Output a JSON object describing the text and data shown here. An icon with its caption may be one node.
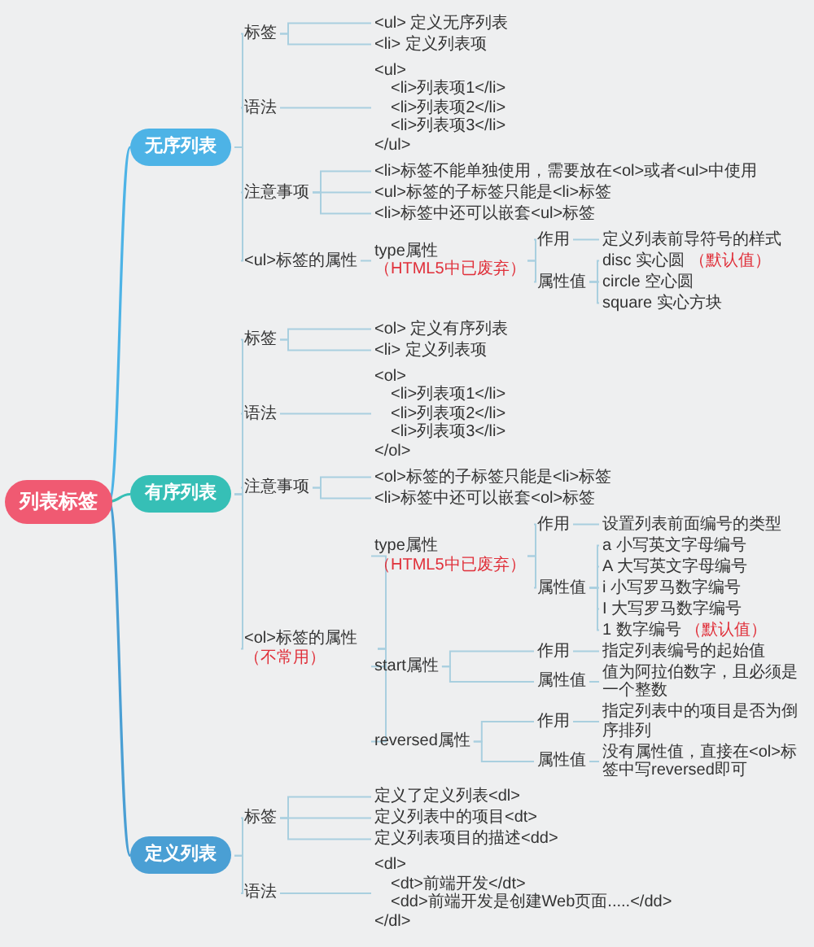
{
  "diagram": {
    "nodes": [
      {
        "text": [
          "列表标签"
        ]
      },
      {
        "text": [
          "无序列表"
        ]
      },
      {
        "text": [
          "标签"
        ]
      },
      {
        "text": [
          "<ul> 定义无序列表"
        ]
      },
      {
        "text": [
          "<li> 定义列表项"
        ]
      },
      {
        "text": [
          "语法"
        ]
      },
      {
        "text": [
          "<ul>",
          "<li>列表项1</li>",
          "<li>列表项2</li>",
          "<li>列表项3</li>",
          "</ul>"
        ]
      },
      {
        "text": [
          "注意事项"
        ]
      },
      {
        "text": [
          "<li>标签不能单独使用，需要放在<ol>或者<ul>中使用"
        ]
      },
      {
        "text": [
          "<ul>标签的子标签只能是<li>标签"
        ]
      },
      {
        "text": [
          "<li>标签中还可以嵌套<ul>标签"
        ]
      },
      {
        "text": [
          "<ul>标签的属性"
        ]
      },
      {
        "text": [
          "type属性",
          "（HTML5中已废弃）"
        ]
      },
      {
        "text": [
          "作用"
        ]
      },
      {
        "text": [
          "定义列表前导符号的样式"
        ]
      },
      {
        "text": [
          "属性值"
        ]
      },
      {
        "text": [
          "disc 实心圆",
          "（默认值）"
        ]
      },
      {
        "text": [
          "circle 空心圆"
        ]
      },
      {
        "text": [
          "square 实心方块"
        ]
      },
      {
        "text": [
          "有序列表"
        ]
      },
      {
        "text": [
          "标签"
        ]
      },
      {
        "text": [
          "<ol> 定义有序列表"
        ]
      },
      {
        "text": [
          "<li> 定义列表项"
        ]
      },
      {
        "text": [
          "语法"
        ]
      },
      {
        "text": [
          "<ol>",
          "<li>列表项1</li>",
          "<li>列表项2</li>",
          "<li>列表项3</li>",
          "</ol>"
        ]
      },
      {
        "text": [
          "注意事项"
        ]
      },
      {
        "text": [
          "<ol>标签的子标签只能是<li>标签"
        ]
      },
      {
        "text": [
          "<li>标签中还可以嵌套<ol>标签"
        ]
      },
      {
        "text": [
          "<ol>标签的属性",
          "（不常用）"
        ]
      },
      {
        "text": [
          "type属性",
          "（HTML5中已废弃）"
        ]
      },
      {
        "text": [
          "作用"
        ]
      },
      {
        "text": [
          "设置列表前面编号的类型"
        ]
      },
      {
        "text": [
          "属性值"
        ]
      },
      {
        "text": [
          "a 小写英文字母编号"
        ]
      },
      {
        "text": [
          "A 大写英文字母编号"
        ]
      },
      {
        "text": [
          "i 小写罗马数字编号"
        ]
      },
      {
        "text": [
          "I 大写罗马数字编号"
        ]
      },
      {
        "text": [
          "1 数字编号",
          "（默认值）"
        ]
      },
      {
        "text": [
          "start属性"
        ]
      },
      {
        "text": [
          "作用"
        ]
      },
      {
        "text": [
          "指定列表编号的起始值"
        ]
      },
      {
        "text": [
          "属性值"
        ]
      },
      {
        "text": [
          "值为阿拉伯数字，且必须是一个整数"
        ]
      },
      {
        "text": [
          "reversed属性"
        ]
      },
      {
        "text": [
          "作用"
        ]
      },
      {
        "text": [
          "指定列表中的项目是否为倒序排列"
        ]
      },
      {
        "text": [
          "属性值"
        ]
      },
      {
        "text": [
          "没有属性值，直接在<ol>标签中写reversed即可"
        ]
      },
      {
        "text": [
          "定义列表"
        ]
      },
      {
        "text": [
          "标签"
        ]
      },
      {
        "text": [
          "定义了定义列表<dl>"
        ]
      },
      {
        "text": [
          "定义列表中的项目<dt>"
        ]
      },
      {
        "text": [
          "定义列表项目的描述<dd>"
        ]
      },
      {
        "text": [
          "语法"
        ]
      },
      {
        "text": [
          "<dl>",
          "<dt>前端开发</dt>",
          "<dd>前端开发是创建Web页面.....</dd>",
          "</dl>"
        ]
      }
    ],
    "edges": [
      {
        "from": 0,
        "to": 1,
        "arrow": "none",
        "color": "#4db3e6"
      },
      {
        "from": 1,
        "to": 2,
        "arrow": "none"
      },
      {
        "from": 2,
        "to": 3,
        "arrow": "none"
      },
      {
        "from": 2,
        "to": 4,
        "arrow": "none"
      },
      {
        "from": 1,
        "to": 5,
        "arrow": "none"
      },
      {
        "from": 5,
        "to": 6,
        "arrow": "none"
      },
      {
        "from": 1,
        "to": 7,
        "arrow": "none"
      },
      {
        "from": 7,
        "to": 8,
        "arrow": "none"
      },
      {
        "from": 7,
        "to": 9,
        "arrow": "none"
      },
      {
        "from": 7,
        "to": 10,
        "arrow": "none"
      },
      {
        "from": 1,
        "to": 11,
        "arrow": "none"
      },
      {
        "from": 11,
        "to": 12,
        "arrow": "none"
      },
      {
        "from": 12,
        "to": 13,
        "arrow": "none"
      },
      {
        "from": 13,
        "to": 14,
        "arrow": "none"
      },
      {
        "from": 12,
        "to": 15,
        "arrow": "none"
      },
      {
        "from": 15,
        "to": 16,
        "arrow": "none"
      },
      {
        "from": 15,
        "to": 17,
        "arrow": "none"
      },
      {
        "from": 15,
        "to": 18,
        "arrow": "none"
      },
      {
        "from": 0,
        "to": 19,
        "arrow": "none",
        "color": "#36bfb6"
      },
      {
        "from": 19,
        "to": 20,
        "arrow": "none"
      },
      {
        "from": 20,
        "to": 21,
        "arrow": "none"
      },
      {
        "from": 20,
        "to": 22,
        "arrow": "none"
      },
      {
        "from": 19,
        "to": 23,
        "arrow": "none"
      },
      {
        "from": 23,
        "to": 24,
        "arrow": "none"
      },
      {
        "from": 19,
        "to": 25,
        "arrow": "none"
      },
      {
        "from": 25,
        "to": 26,
        "arrow": "none"
      },
      {
        "from": 25,
        "to": 27,
        "arrow": "none"
      },
      {
        "from": 19,
        "to": 28,
        "arrow": "none"
      },
      {
        "from": 28,
        "to": 29,
        "arrow": "none"
      },
      {
        "from": 29,
        "to": 30,
        "arrow": "none"
      },
      {
        "from": 30,
        "to": 31,
        "arrow": "none"
      },
      {
        "from": 29,
        "to": 32,
        "arrow": "none"
      },
      {
        "from": 32,
        "to": 33,
        "arrow": "none"
      },
      {
        "from": 32,
        "to": 34,
        "arrow": "none"
      },
      {
        "from": 32,
        "to": 35,
        "arrow": "none"
      },
      {
        "from": 32,
        "to": 36,
        "arrow": "none"
      },
      {
        "from": 32,
        "to": 37,
        "arrow": "none"
      },
      {
        "from": 28,
        "to": 38,
        "arrow": "none"
      },
      {
        "from": 38,
        "to": 39,
        "arrow": "none"
      },
      {
        "from": 39,
        "to": 40,
        "arrow": "none"
      },
      {
        "from": 38,
        "to": 41,
        "arrow": "none"
      },
      {
        "from": 41,
        "to": 42,
        "arrow": "none"
      },
      {
        "from": 28,
        "to": 43,
        "arrow": "none"
      },
      {
        "from": 43,
        "to": 44,
        "arrow": "none"
      },
      {
        "from": 44,
        "to": 45,
        "arrow": "none"
      },
      {
        "from": 43,
        "to": 46,
        "arrow": "none"
      },
      {
        "from": 46,
        "to": 47,
        "arrow": "none"
      },
      {
        "from": 0,
        "to": 48,
        "arrow": "none",
        "color": "#4a9fd4"
      },
      {
        "from": 48,
        "to": 49,
        "arrow": "none"
      },
      {
        "from": 49,
        "to": 50,
        "arrow": "none"
      },
      {
        "from": 49,
        "to": 51,
        "arrow": "none"
      },
      {
        "from": 49,
        "to": 52,
        "arrow": "none"
      },
      {
        "from": 48,
        "to": 53,
        "arrow": "none"
      },
      {
        "from": 53,
        "to": 54,
        "arrow": "none"
      }
    ]
  }
}
